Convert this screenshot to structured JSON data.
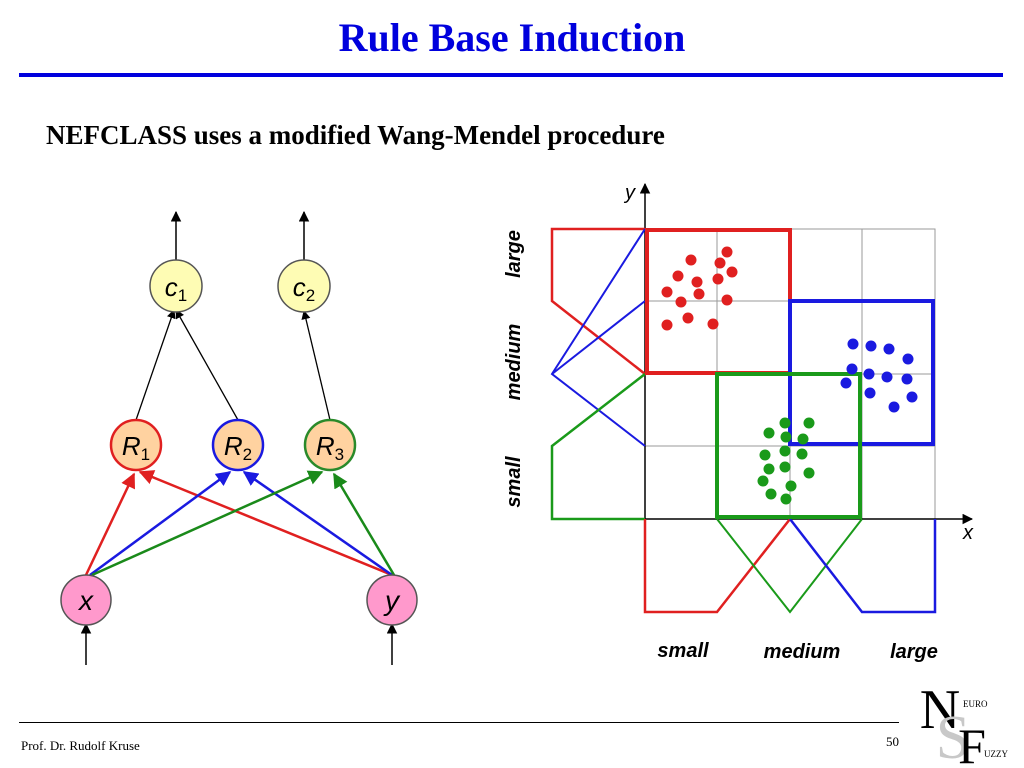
{
  "slide": {
    "title": "Rule Base Induction",
    "subtitle": "NEFCLASS uses a modified Wang-Mendel procedure",
    "footer_author": "Prof. Dr. Rudolf Kruse",
    "page_number": "50"
  },
  "network": {
    "output_nodes": [
      {
        "letter": "c",
        "index": "1"
      },
      {
        "letter": "c",
        "index": "2"
      }
    ],
    "rule_nodes": [
      {
        "letter": "R",
        "index": "1",
        "color": "#e02020"
      },
      {
        "letter": "R",
        "index": "2",
        "color": "#1a1ae0"
      },
      {
        "letter": "R",
        "index": "3",
        "color": "#2a8a2a"
      }
    ],
    "input_nodes": [
      {
        "letter": "x"
      },
      {
        "letter": "y"
      }
    ]
  },
  "plot": {
    "x_axis_label": "x",
    "y_axis_label": "y",
    "x_fuzzy_sets": [
      "small",
      "medium",
      "large"
    ],
    "y_fuzzy_sets": [
      "small",
      "medium",
      "large"
    ]
  },
  "colors": {
    "title_blue": "#0000dd",
    "red": "#e02020",
    "blue": "#1a1ae0",
    "green": "#1a9a1a",
    "node_yellow": "#fefcb4",
    "rule_fill": "#ffd2a0",
    "input_pink": "#ff99cc"
  },
  "logo": {
    "letters": [
      "N",
      "S",
      "F"
    ],
    "words": [
      "EURO",
      "UZZY"
    ]
  }
}
